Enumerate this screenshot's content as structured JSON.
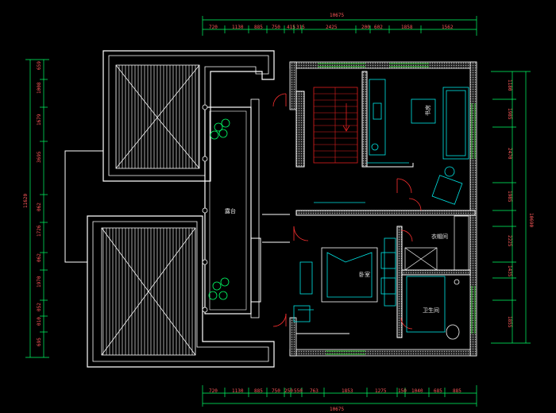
{
  "drawing": {
    "top_total": "10675",
    "bottom_total": "10675",
    "left_total": "11620",
    "right_total": "10690",
    "top_dims": [
      "720",
      "1130",
      "885",
      "750",
      "415",
      "315",
      "2425",
      "200",
      "602",
      "1858",
      "1562"
    ],
    "bottom_dims": [
      "720",
      "1130",
      "885",
      "750",
      "250",
      "550",
      "763",
      "1853",
      "1275",
      "150",
      "1040",
      "685",
      "885"
    ],
    "left_dims": [
      "659",
      "1008",
      "1679",
      "3695",
      "062",
      "1726",
      "062",
      "1970",
      "052",
      "010",
      "695"
    ],
    "right_dims": [
      "1180",
      "1985",
      "2470",
      "1985",
      "2225",
      "1435",
      "1855"
    ],
    "room_labels": {
      "terrace": "露台",
      "study": "书房",
      "bedroom": "卧室",
      "dressing": "衣帽间",
      "bath": "卫生间"
    },
    "colors": {
      "wall": "#ffffff",
      "dimension": "#00ff66",
      "dimension_text": "#ff5a5a",
      "furniture": "#00e6e6",
      "stair": "#e02020",
      "door": "#ff3030",
      "plant": "#00ff66",
      "window": "#33cc33"
    }
  }
}
